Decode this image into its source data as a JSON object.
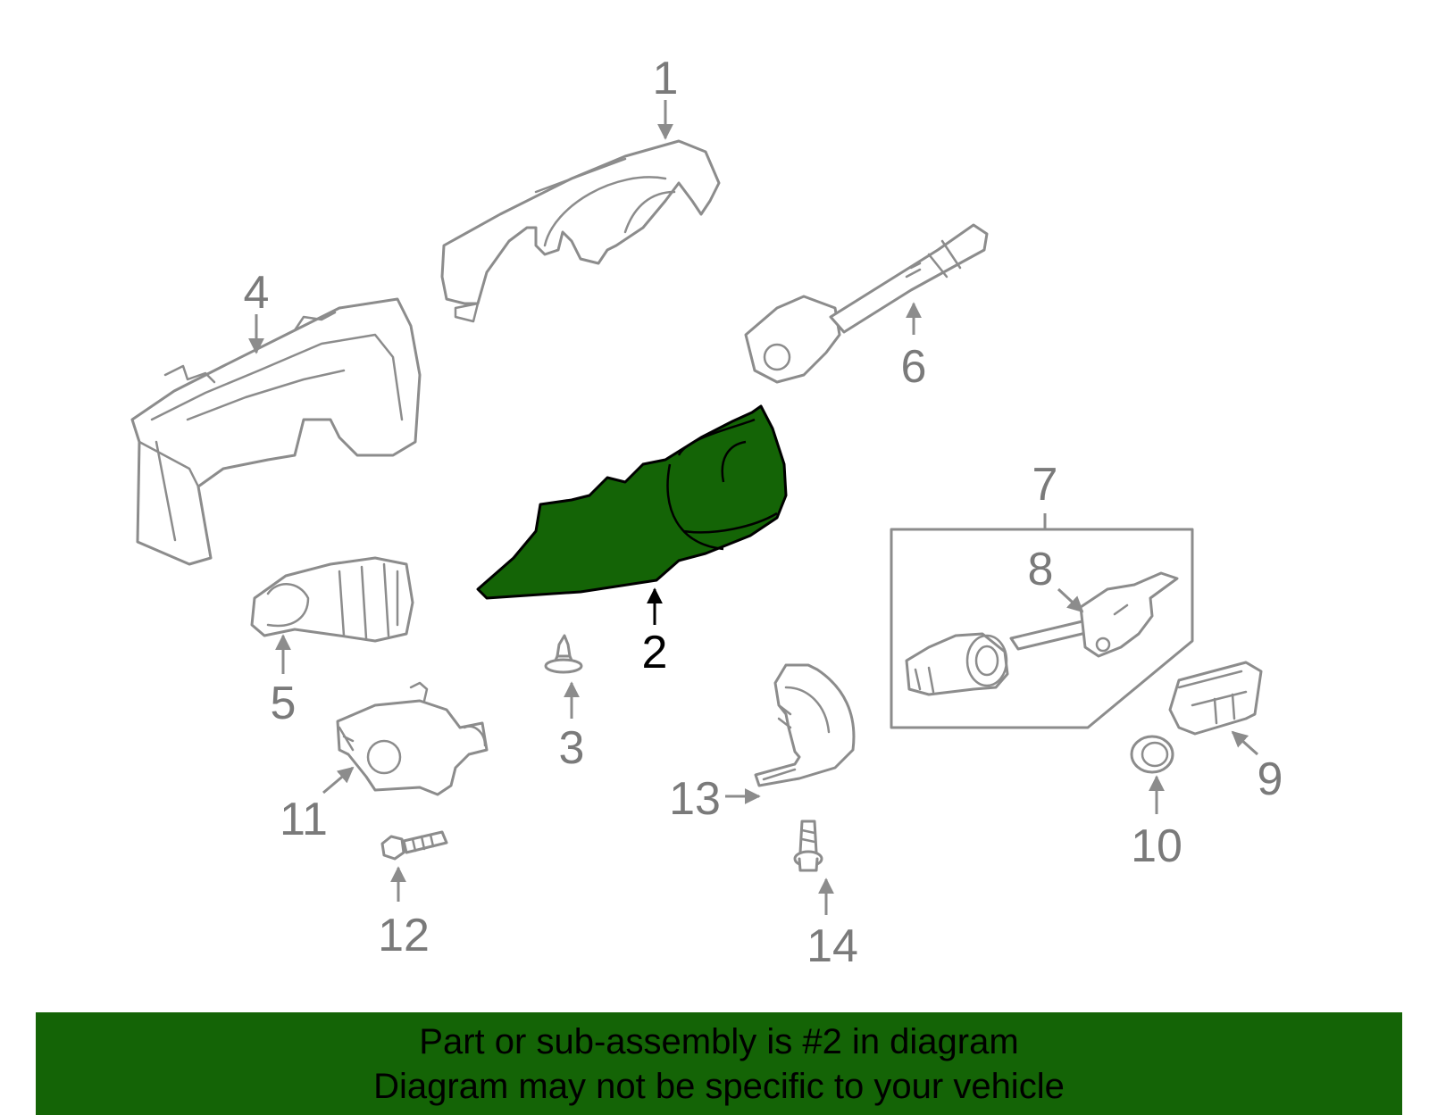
{
  "colors": {
    "highlight_fill": "#146406",
    "banner_bg": "#146406",
    "part_stroke": "#8c8c8c",
    "label_gray": "#7a7a7a"
  },
  "callouts": {
    "c1": "1",
    "c2": "2",
    "c3": "3",
    "c4": "4",
    "c5": "5",
    "c6": "6",
    "c7": "7",
    "c8": "8",
    "c9": "9",
    "c10": "10",
    "c11": "11",
    "c12": "12",
    "c13": "13",
    "c14": "14"
  },
  "banner": {
    "line1": "Part or sub-assembly is #2 in diagram",
    "line2": "Diagram may not be specific to your vehicle"
  }
}
